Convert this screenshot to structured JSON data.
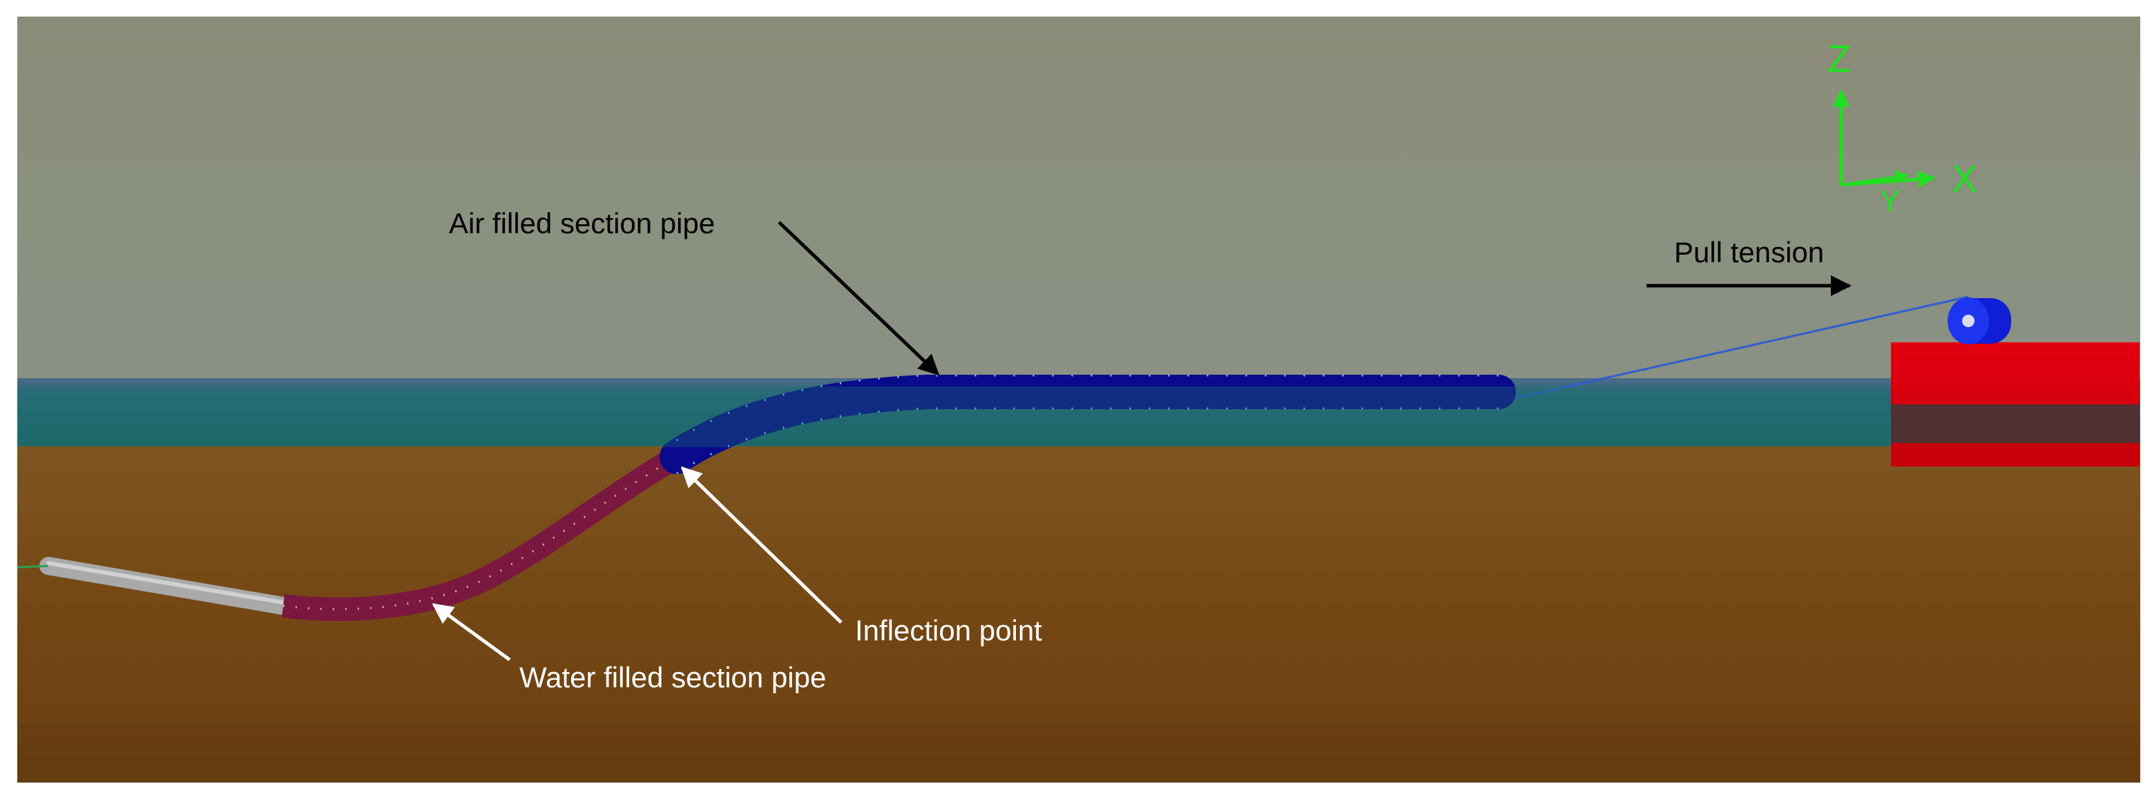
{
  "labels": {
    "air_filled": "Air filled section pipe",
    "pull_tension": "Pull tension",
    "inflection": "Inflection point",
    "water_filled": "Water filled section pipe"
  },
  "axes": {
    "z": "Z",
    "x": "X",
    "y": "Y"
  },
  "colors": {
    "sky": "#8c8e79",
    "water": "#1f6f70",
    "seabed": "#7a4a18",
    "pipe_air": "#0a0a8c",
    "pipe_water": "#7a1840",
    "pipe_end": "#a8a8a8",
    "vessel": "#e0000f",
    "axis_triad": "#21e021"
  }
}
